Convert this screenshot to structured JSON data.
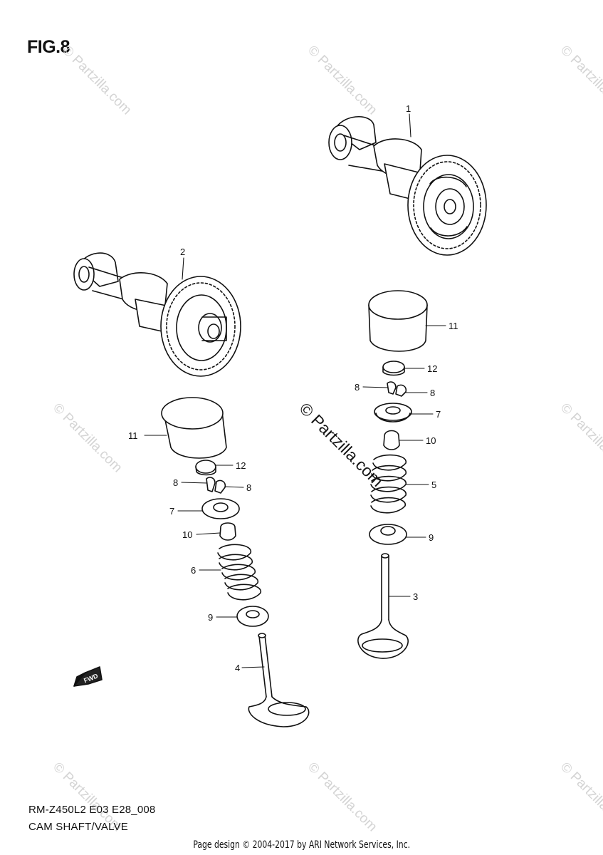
{
  "figure": {
    "title": "FIG.8"
  },
  "footer": {
    "code": "RM-Z450L2 E03 E28_008",
    "caption": "CAM SHAFT/VALVE",
    "page_design": "Page design © 2004-2017 by ARI Network Services, Inc."
  },
  "watermarks": {
    "small": "© Partzilla.com",
    "large": "© Partzilla.com"
  },
  "fwd_label": "FWD",
  "callouts": [
    "1",
    "2",
    "11",
    "12",
    "8",
    "8",
    "7",
    "10",
    "6",
    "9",
    "4",
    "11",
    "12",
    "8",
    "8",
    "7",
    "10",
    "5",
    "9",
    "3"
  ]
}
